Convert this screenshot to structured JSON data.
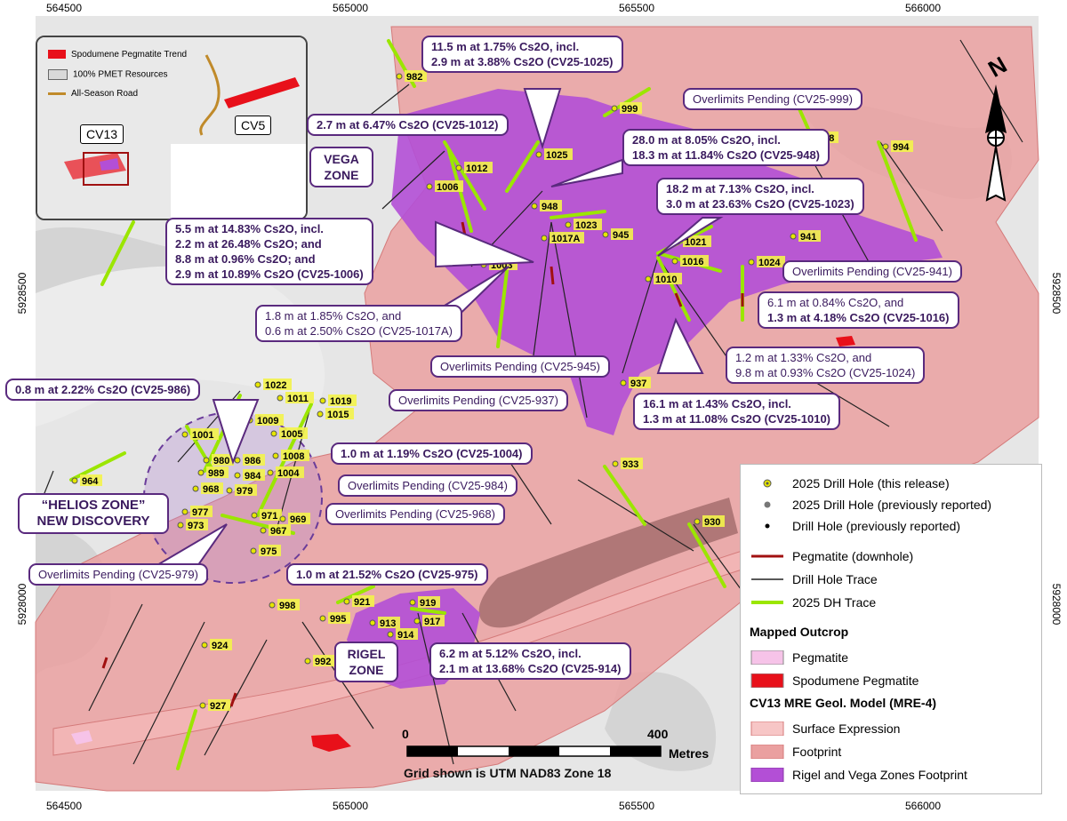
{
  "grid": {
    "top_x": [
      "564500",
      "565000",
      "565500",
      "566000"
    ],
    "bottom_x": [
      "564500",
      "565000",
      "565500",
      "566000"
    ],
    "left_y": [
      "5928500",
      "5928000"
    ],
    "right_y": [
      "5928500",
      "5928000"
    ]
  },
  "inset": {
    "legend": [
      "Spodumene Pegmatite Trend",
      "100% PMET Resources",
      "All-Season Road"
    ],
    "cv13": "CV13",
    "cv5": "CV5",
    "colors": {
      "trend": "#e8101a",
      "resources": "#d9d9d9",
      "road": "#c08a2a"
    }
  },
  "north": "N",
  "zones": {
    "vega": [
      "VEGA",
      "ZONE"
    ],
    "helios": [
      "“HELIOS ZONE”",
      "NEW DISCOVERY"
    ],
    "rigel": [
      "RIGEL",
      "ZONE"
    ]
  },
  "callouts": [
    {
      "lines": [
        {
          "t": "11.5 m at 1.75% Cs2O, incl.",
          "b": true
        },
        {
          "t": "2.9 m at 3.88% Cs2O (CV25-1025)",
          "b": true
        }
      ]
    },
    {
      "lines": [
        {
          "t": "Overlimits Pending (CV25-999)",
          "b": false
        }
      ]
    },
    {
      "lines": [
        {
          "t": "2.7 m at 6.47% Cs2O (CV25-1012)",
          "b": true
        }
      ]
    },
    {
      "lines": [
        {
          "t": "28.0 m at 8.05% Cs2O, incl.",
          "b": true
        },
        {
          "t": "18.3 m at 11.84% Cs2O (CV25-948)",
          "b": true
        }
      ]
    },
    {
      "lines": [
        {
          "t": "18.2 m at 7.13% Cs2O, incl.",
          "b": true
        },
        {
          "t": "3.0 m at 23.63% Cs2O (CV25-1023)",
          "b": true
        }
      ]
    },
    {
      "lines": [
        {
          "t": "5.5 m at 14.83% Cs2O, incl.",
          "b": true
        },
        {
          "t": "2.2 m at 26.48% Cs2O; and",
          "b": true
        },
        {
          "t": "8.8 m at 0.96% Cs2O; and",
          "b": true
        },
        {
          "t": "2.9 m at 10.89% Cs2O (CV25-1006)",
          "b": true
        }
      ]
    },
    {
      "lines": [
        {
          "t": "Overlimits Pending (CV25-941)",
          "b": false
        }
      ]
    },
    {
      "lines": [
        {
          "t": "1.8 m at 1.85% Cs2O, and",
          "b": false
        },
        {
          "t": "0.6 m at 2.50% Cs2O (CV25-1017A)",
          "b": false
        }
      ]
    },
    {
      "lines": [
        {
          "t": "6.1 m at 0.84% Cs2O, and",
          "b": false
        },
        {
          "t": "1.3 m at 4.18% Cs2O (CV25-1016)",
          "b": true
        }
      ]
    },
    {
      "lines": [
        {
          "t": "1.2 m at 1.33% Cs2O, and",
          "b": false
        },
        {
          "t": "9.8 m at 0.93% Cs2O (CV25-1024)",
          "b": false
        }
      ]
    },
    {
      "lines": [
        {
          "t": "Overlimits Pending (CV25-945)",
          "b": false
        }
      ]
    },
    {
      "lines": [
        {
          "t": "0.8 m at 2.22% Cs2O (CV25-986)",
          "b": true
        }
      ]
    },
    {
      "lines": [
        {
          "t": "Overlimits Pending (CV25-937)",
          "b": false
        }
      ]
    },
    {
      "lines": [
        {
          "t": "16.1 m at 1.43% Cs2O, incl.",
          "b": true
        },
        {
          "t": "1.3 m at 11.08% Cs2O (CV25-1010)",
          "b": true
        }
      ]
    },
    {
      "lines": [
        {
          "t": "1.0 m at 1.19% Cs2O (CV25-1004)",
          "b": true
        }
      ]
    },
    {
      "lines": [
        {
          "t": "Overlimits Pending (CV25-984)",
          "b": false
        }
      ]
    },
    {
      "lines": [
        {
          "t": "Overlimits Pending (CV25-968)",
          "b": false
        }
      ]
    },
    {
      "lines": [
        {
          "t": "Overlimits Pending (CV25-979)",
          "b": false
        }
      ]
    },
    {
      "lines": [
        {
          "t": "1.0 m at 21.52% Cs2O (CV25-975)",
          "b": true
        }
      ]
    },
    {
      "lines": [
        {
          "t": "6.2 m at 5.12% Cs2O, incl.",
          "b": true
        },
        {
          "t": "2.1 m at 13.68% Cs2O (CV25-914)",
          "b": true
        }
      ]
    }
  ],
  "holes": [
    "982",
    "1025",
    "999",
    "988",
    "994",
    "1012",
    "1006",
    "948",
    "1023",
    "1017A",
    "945",
    "1021",
    "1016",
    "1024",
    "941",
    "1003",
    "1010",
    "937",
    "1022",
    "1011",
    "1019",
    "1015",
    "1009",
    "1005",
    "1001",
    "1008",
    "980",
    "986",
    "989",
    "984",
    "1004",
    "968",
    "979",
    "964",
    "977",
    "973",
    "971",
    "969",
    "967",
    "975",
    "933",
    "930",
    "998",
    "921",
    "919",
    "995",
    "913",
    "917",
    "914",
    "924",
    "992",
    "927"
  ],
  "legend": {
    "items": [
      "2025 Drill Hole (this release)",
      "2025 Drill Hole (previously reported)",
      "Drill Hole (previously reported)",
      "Pegmatite (downhole)",
      "Drill Hole Trace",
      "2025 DH Trace"
    ],
    "outcrop_title": "Mapped Outcrop",
    "outcrop_items": [
      "Pegmatite",
      "Spodumene Pegmatite"
    ],
    "model_title": "CV13 MRE Geol. Model (MRE-4)",
    "model_items": [
      "Surface Expression",
      "Footprint",
      "Rigel and Vega Zones Footprint"
    ],
    "colors": {
      "trace_2025": "#9be600",
      "pegmatite_downhole": "#a11010",
      "outcrop_pegmatite": "#f6c3e8",
      "spodumene": "#e8101a",
      "surface_expression": "#f7c6c6",
      "footprint": "#eaa0a0",
      "zones": "#b34fd6"
    }
  },
  "scale": {
    "start": "0",
    "end": "400",
    "unit": "Metres"
  },
  "grid_note": "Grid shown is UTM NAD83 Zone 18"
}
